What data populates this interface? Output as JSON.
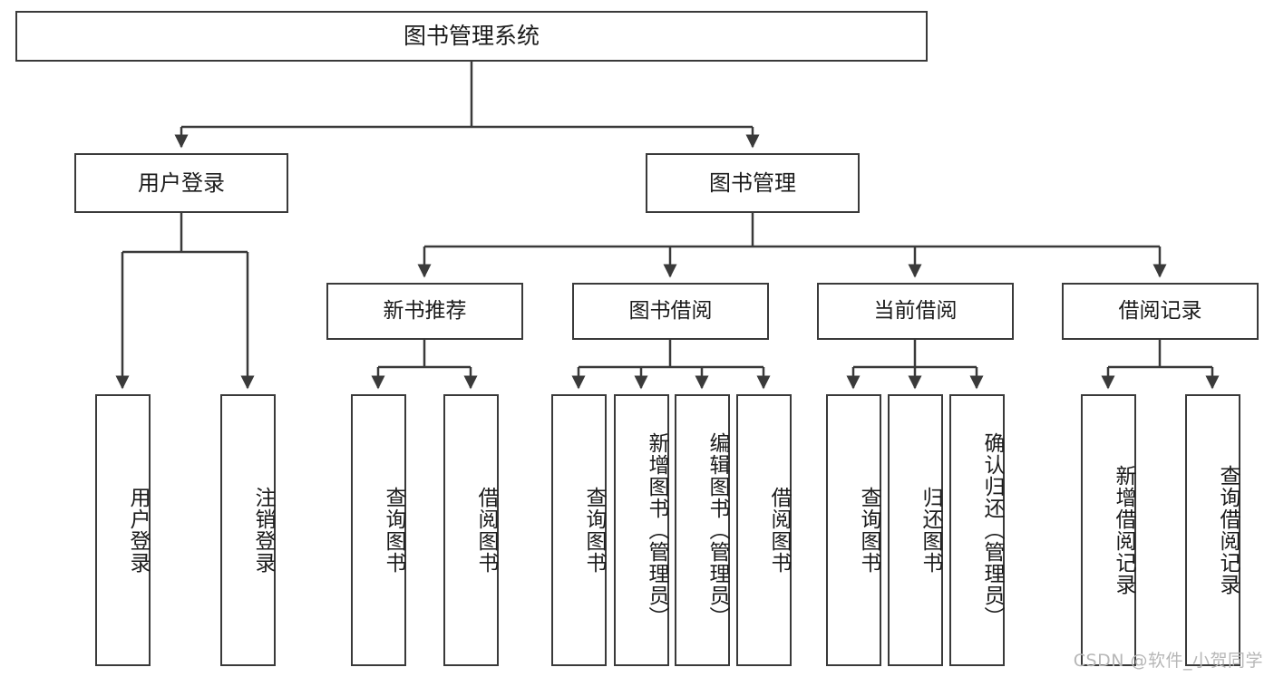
{
  "diagram": {
    "title": "图书管理系统",
    "type": "function-structure-tree",
    "line_color": "#3a3a3a",
    "box_fill": "#ffffff",
    "text_color": "#1b1b1b",
    "watermark": "CSDN @软件_小贺同学"
  },
  "root": {
    "label": "图书管理系统"
  },
  "level2": [
    {
      "label": "用户登录"
    },
    {
      "label": "图书管理"
    }
  ],
  "level3": [
    {
      "label": "新书推荐"
    },
    {
      "label": "图书借阅"
    },
    {
      "label": "当前借阅"
    },
    {
      "label": "借阅记录"
    }
  ],
  "leaves": {
    "user_login": [
      {
        "label": "用户登录"
      },
      {
        "label": "注销登录"
      }
    ],
    "new_book_recommend": [
      {
        "label": "查询图书"
      },
      {
        "label": "借阅图书"
      }
    ],
    "book_borrow": [
      {
        "label": "查询图书"
      },
      {
        "label": "新增图书（管理员）"
      },
      {
        "label": "编辑图书（管理员）"
      },
      {
        "label": "借阅图书"
      }
    ],
    "current_borrow": [
      {
        "label": "查询图书"
      },
      {
        "label": "归还图书"
      },
      {
        "label": "确认归还（管理员）"
      }
    ],
    "borrow_record": [
      {
        "label": "新增借阅记录"
      },
      {
        "label": "查询借阅记录"
      }
    ]
  }
}
